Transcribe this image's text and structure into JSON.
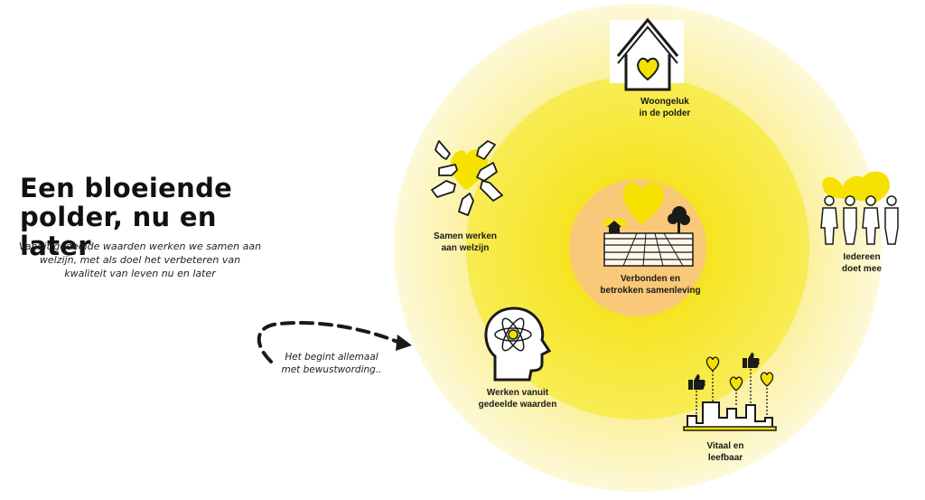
{
  "heading": {
    "title_line1": "Een bloeiende",
    "title_line2": "polder, nu en later",
    "subtitle": "Vanuit gedeelde waarden werken we samen aan welzijn, met als doel het verbeteren van kwaliteit van leven nu en later"
  },
  "note": {
    "line1": "Het begint allemaal",
    "line2": "met bewustwording.."
  },
  "center": {
    "line1": "Verbonden en",
    "line2": "betrokken samenleving"
  },
  "nodes": {
    "woongeluk": {
      "line1": "Woongeluk",
      "line2": "in de polder"
    },
    "iedereen": {
      "line1": "Iedereen",
      "line2": "doet mee"
    },
    "vitaal": {
      "line1": "Vitaal en",
      "line2": "leefbaar"
    },
    "waarden": {
      "line1": "Werken vanuit",
      "line2": "gedeelde waarden"
    },
    "samen": {
      "line1": "Samen werken",
      "line2": "aan welzijn"
    }
  },
  "colors": {
    "outer_ring": "#fbf3a6",
    "middle_ring": "#f8ec4a",
    "inner_ring": "#f6e200",
    "center_disc": "#f9c878",
    "accent_yellow": "#f7dc00",
    "line": "#1a1a1a"
  },
  "icons": [
    "house-heart-icon",
    "people-hearts-icon",
    "city-likes-icon",
    "head-atom-icon",
    "hands-heart-icon",
    "landscape-icon"
  ]
}
